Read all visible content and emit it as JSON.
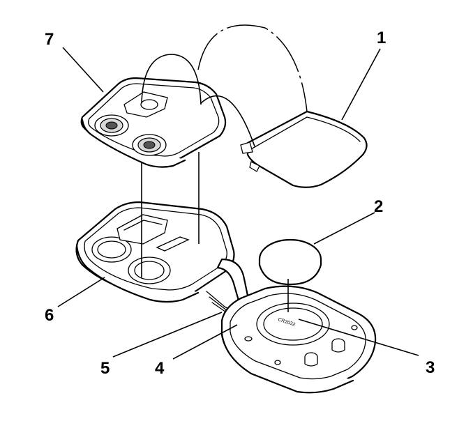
{
  "callouts": [
    {
      "id": "1",
      "label": "1"
    },
    {
      "id": "2",
      "label": "2"
    },
    {
      "id": "3",
      "label": "3"
    },
    {
      "id": "4",
      "label": "4"
    },
    {
      "id": "5",
      "label": "5"
    },
    {
      "id": "6",
      "label": "6"
    },
    {
      "id": "7",
      "label": "7"
    }
  ],
  "battery_marking": "CR2032"
}
